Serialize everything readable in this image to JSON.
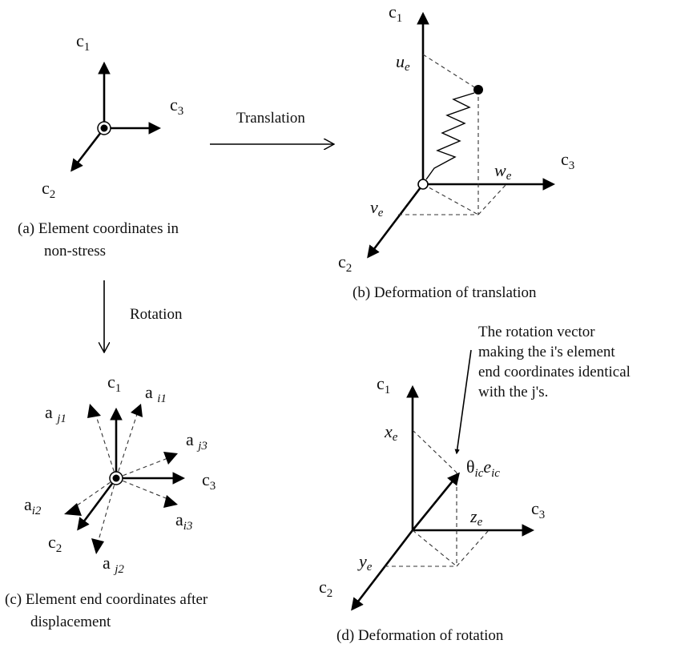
{
  "axes": {
    "c1": {
      "base": "c",
      "sub": "1"
    },
    "c2": {
      "base": "c",
      "sub": "2"
    },
    "c3": {
      "base": "c",
      "sub": "3"
    }
  },
  "arrows": {
    "translation": "Translation",
    "rotation": "Rotation"
  },
  "panel_a": {
    "caption_line1": "(a) Element coordinates in",
    "caption_line2": "non-stress"
  },
  "panel_b": {
    "u": {
      "base": "u",
      "sub": "e"
    },
    "v": {
      "base": "v",
      "sub": "e"
    },
    "w": {
      "base": "w",
      "sub": "e"
    },
    "caption": "(b) Deformation of translation"
  },
  "panel_c": {
    "aj1": {
      "base": "a ",
      "sub": "j1"
    },
    "ai1": {
      "base": "a ",
      "sub": "i1"
    },
    "aj3": {
      "base": "a ",
      "sub": "j3"
    },
    "ai3": {
      "base": "a",
      "sub": "i3"
    },
    "ai2": {
      "base": "a",
      "sub": "i2"
    },
    "aj2": {
      "base": "a ",
      "sub": "j2"
    },
    "caption_line1": "(c) Element end coordinates after",
    "caption_line2": "displacement"
  },
  "panel_d": {
    "annotation": [
      "The rotation vector",
      "making the i's element",
      "end coordinates identical",
      "with the j's."
    ],
    "theta": {
      "base": "θ",
      "sub1": "ic",
      "mid": "e",
      "sub2": "ic"
    },
    "x": {
      "base": "x",
      "sub": "e"
    },
    "y": {
      "base": "y",
      "sub": "e"
    },
    "z": {
      "base": "z",
      "sub": "e"
    },
    "caption": "(d) Deformation of rotation"
  }
}
